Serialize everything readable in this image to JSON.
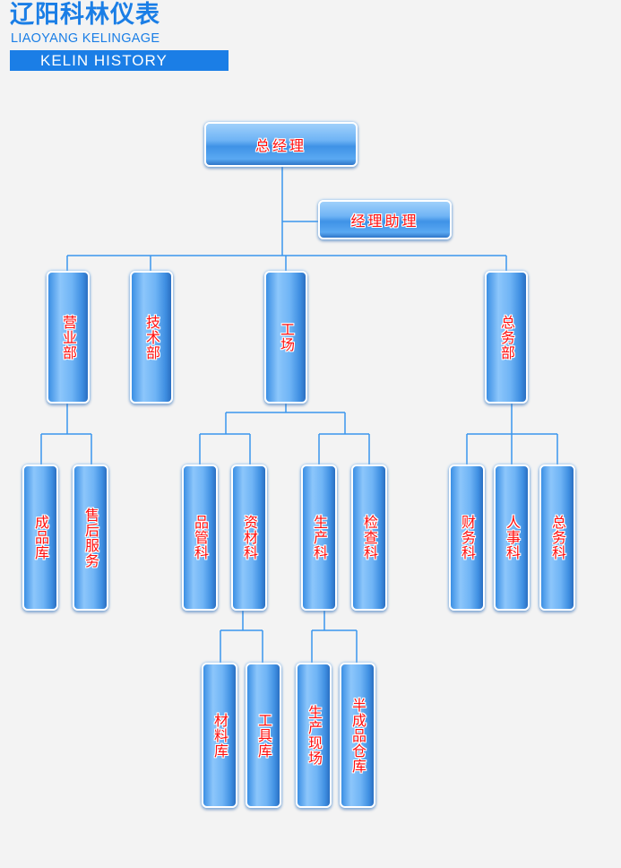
{
  "header": {
    "logo_cn": "辽阳科林仪表",
    "logo_en": "LIAOYANG KELINGAGE",
    "banner": "KELIN HISTORY"
  },
  "chart": {
    "ceo": "总经理",
    "assistant": "经理助理",
    "departments": [
      "营业部",
      "技术部",
      "工场",
      "总务部"
    ],
    "sections": [
      "成品库",
      "售后服务",
      "品管科",
      "资材科",
      "生产科",
      "检查科",
      "财务科",
      "人事科",
      "总务科"
    ],
    "subsections": [
      "材料库",
      "工具库",
      "生产现场",
      "半成品仓库"
    ]
  }
}
